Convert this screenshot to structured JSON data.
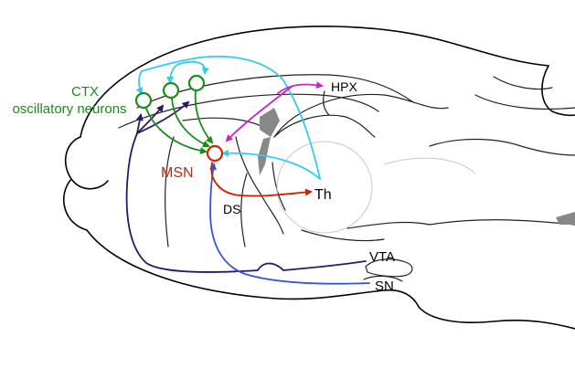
{
  "labels": {
    "ctx": "CTX",
    "ctx_sub": "oscillatory neurons",
    "msn": "MSN",
    "hpx": "HPX",
    "th": "Th",
    "ds": "DS",
    "vta": "VTA",
    "sn": "SN"
  },
  "colors": {
    "cortex": "#1a8c1a",
    "msn": "#cc2200",
    "thalamus_projection": "#33ccee",
    "hippocampus_projection": "#cc22cc",
    "vta_projection": "#2a1a66",
    "sn_projection": "#3355dd",
    "outline": "#000000",
    "ventricle": "#888888"
  }
}
